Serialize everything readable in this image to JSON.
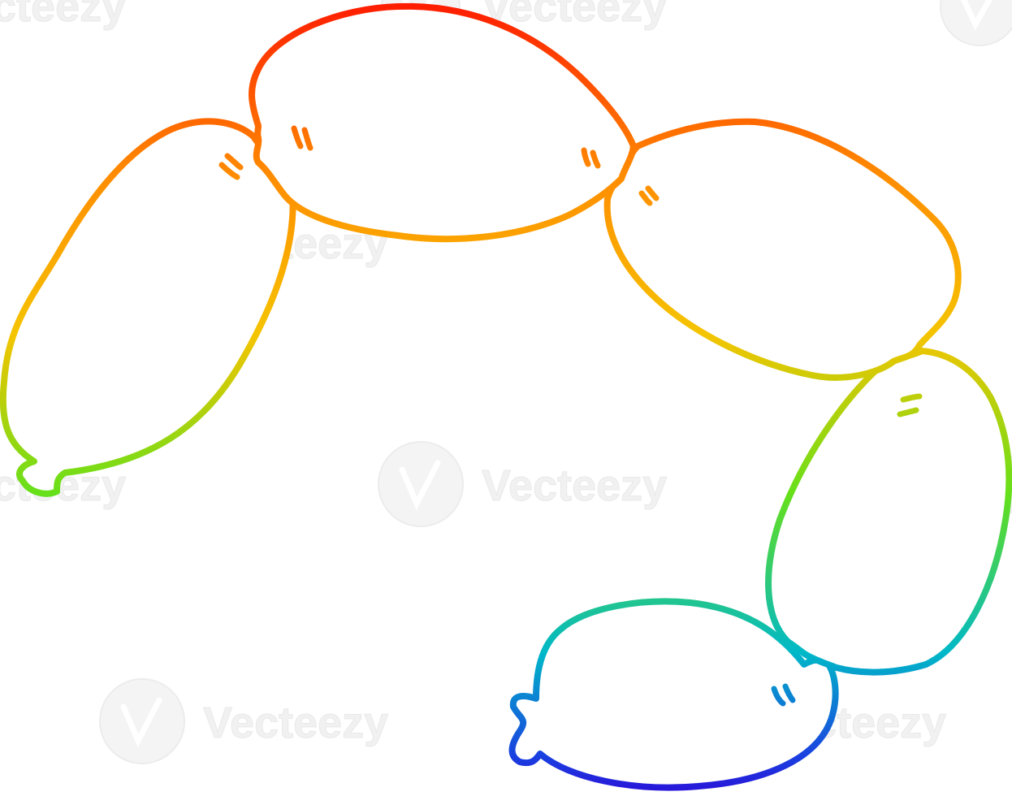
{
  "watermark": {
    "text": "Vecteezy",
    "text_partial": "cteezy"
  },
  "illustration": {
    "subject": "string of five linked sausages",
    "style": "rainbow gradient line art",
    "colors": {
      "stop_top": "#ff1a00",
      "stop_orange": "#ff8c00",
      "stop_yellow": "#f5c400",
      "stop_green": "#66e01a",
      "stop_teal": "#00b8c8",
      "stop_blue": "#1a40e0",
      "stop_bottom": "#2a10d8"
    }
  }
}
